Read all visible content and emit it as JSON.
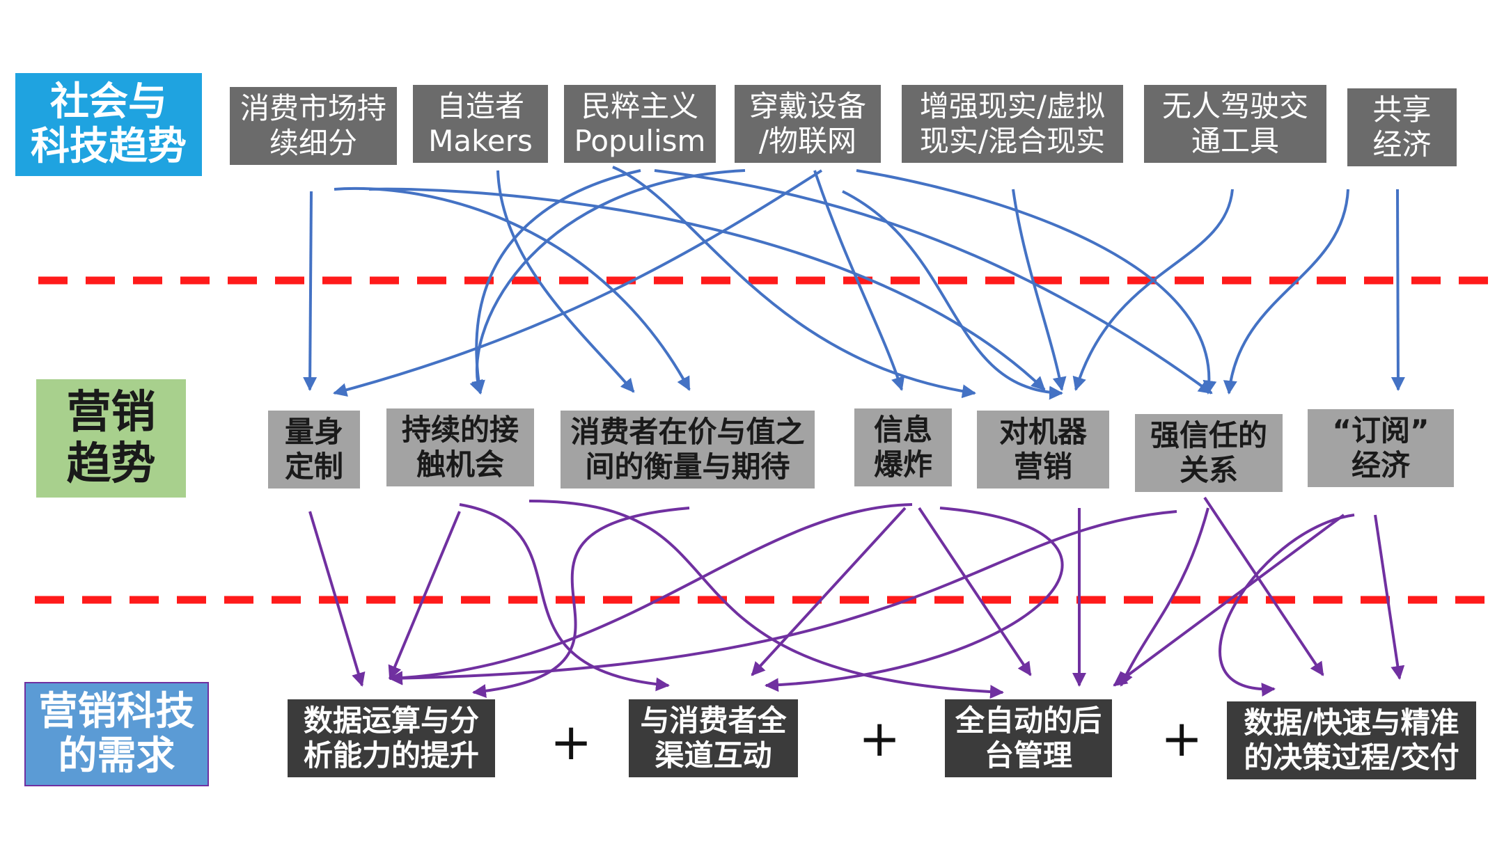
{
  "colors": {
    "social_label_bg": "#1fa3e0",
    "marketing_label_bg": "#a8d08d",
    "martech_label_bg": "#5b9bd5",
    "divider": "#ff1a1a",
    "blue_arrow": "#4472c4",
    "purple_arrow": "#7030a0"
  },
  "sections": {
    "social": "社会与\n科技趋势",
    "marketing": "营销\n趋势",
    "martech": "营销科技\n的需求"
  },
  "social_trends": [
    "消费市场持\n续细分",
    "自造者\nMakers",
    "民粹主义\nPopulism",
    "穿戴设备\n/物联网",
    "增强现实/虚拟\n现实/混合现实",
    "无人驾驶交\n通工具",
    "共享\n经济"
  ],
  "marketing_trends": [
    "量身\n定制",
    "持续的接\n触机会",
    "消费者在价与值之\n间的衡量与期待",
    "信息\n爆炸",
    "对机器\n营销",
    "强信任的\n关系",
    "“订阅”\n经济"
  ],
  "martech_needs": [
    "数据运算与分\n析能力的提升",
    "与消费者全\n渠道互动",
    "全自动的后\n台管理",
    "数据/快速与精准\n的决策过程/交付"
  ],
  "plus_sign": "+"
}
